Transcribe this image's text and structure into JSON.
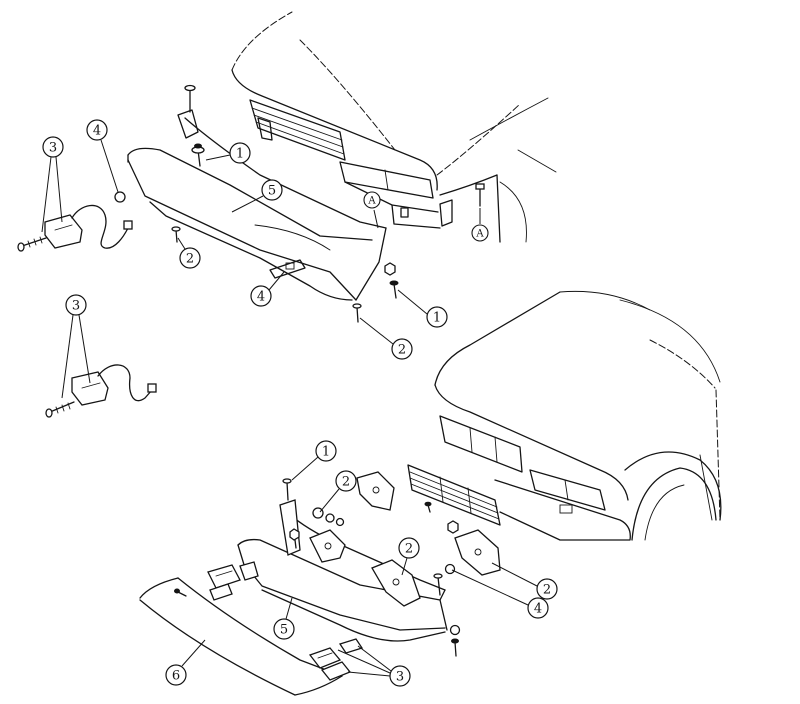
{
  "callouts": [
    "4",
    "3",
    "1",
    "5",
    "2",
    "4",
    "1",
    "2",
    "3",
    "1",
    "2",
    "2",
    "2",
    "4",
    "5",
    "6",
    "3"
  ],
  "reference_marks": [
    "A",
    "A"
  ]
}
